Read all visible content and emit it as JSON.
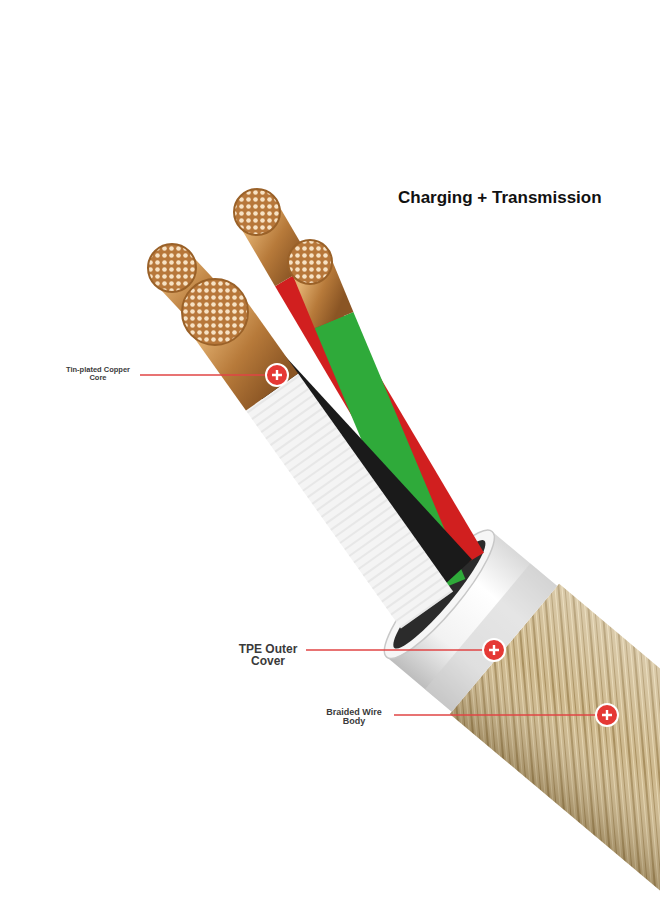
{
  "diagram": {
    "title": "Charging + Transmission",
    "labels": [
      "Tin-plated Copper Core",
      "TPE Outer Cover",
      "Braided Wire Body"
    ]
  }
}
